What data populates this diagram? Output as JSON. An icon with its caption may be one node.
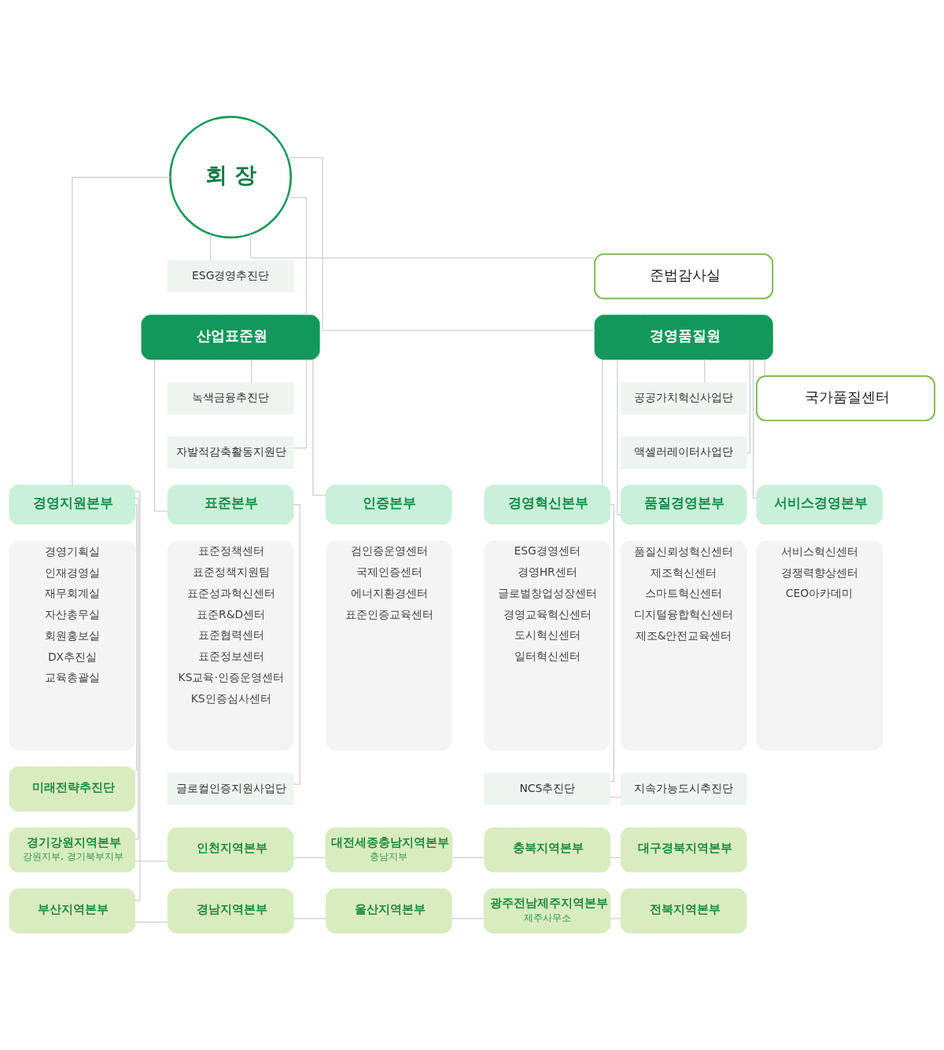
{
  "diagram": {
    "nodes": [
      {
        "text": [
          "회 장"
        ]
      },
      {
        "text": [
          "ESG경영추진단"
        ]
      },
      {
        "text": [
          "준법감사실"
        ]
      },
      {
        "text": [
          "산업표준원"
        ]
      },
      {
        "text": [
          "경영품질원"
        ]
      },
      {
        "text": [
          "녹색금융추진단"
        ]
      },
      {
        "text": [
          "자발적감축활동지원단"
        ]
      },
      {
        "text": [
          "공공가치혁신사업단"
        ]
      },
      {
        "text": [
          "액셀러레이터사업단"
        ]
      },
      {
        "text": [
          "국가품질센터"
        ]
      },
      {
        "text": [
          "경영지원본부"
        ]
      },
      {
        "text": [
          "표준본부"
        ]
      },
      {
        "text": [
          "인증본부"
        ]
      },
      {
        "text": [
          "경영혁신본부"
        ]
      },
      {
        "text": [
          "품질경영본부"
        ]
      },
      {
        "text": [
          "서비스경영본부"
        ]
      },
      {
        "text": [
          "경영기획실",
          "인재경영실",
          "재무회계실",
          "자산총무실",
          "회원홍보실",
          "DX추진실",
          "교육총괄실"
        ]
      },
      {
        "text": [
          "표준정책센터",
          "표준정책지원팀",
          "표준성과혁신센터",
          "표준R&D센터",
          "표준협력센터",
          "표준정보센터",
          "KS교육·인증운영센터",
          "KS인증심사센터"
        ]
      },
      {
        "text": [
          "검인증운영센터",
          "국제인증센터",
          "에너지환경센터",
          "표준인증교육센터"
        ]
      },
      {
        "text": [
          "ESG경영센터",
          "경영HR센터",
          "글로벌창업성장센터",
          "경영교육혁신센터",
          "도시혁신센터",
          "일터혁신센터"
        ]
      },
      {
        "text": [
          "품질신뢰성혁신센터",
          "제조혁신센터",
          "스마트혁신센터",
          "디지털융합혁신센터",
          "제조&안전교육센터"
        ]
      },
      {
        "text": [
          "서비스혁신센터",
          "경쟁력향상센터",
          "CEO아카데미"
        ]
      },
      {
        "text": [
          "미래전략추진단"
        ]
      },
      {
        "text": [
          "글로컬인증지원사업단"
        ]
      },
      {
        "text": [
          "NCS추진단"
        ]
      },
      {
        "text": [
          "지속가능도시추진단"
        ]
      },
      {
        "text": [
          "경기강원지역본부",
          "강원지부, 경기북부지부"
        ]
      },
      {
        "text": [
          "인천지역본부"
        ]
      },
      {
        "text": [
          "대전세종충남지역본부",
          "충남지부"
        ]
      },
      {
        "text": [
          "충북지역본부"
        ]
      },
      {
        "text": [
          "대구경북지역본부"
        ]
      },
      {
        "text": [
          "부산지역본부"
        ]
      },
      {
        "text": [
          "경남지역본부"
        ]
      },
      {
        "text": [
          "울산지역본부"
        ]
      },
      {
        "text": [
          "광주전남제주지역본부",
          "제주사무소"
        ]
      },
      {
        "text": [
          "전북지역본부"
        ]
      }
    ],
    "edges": [
      {
        "from": 0,
        "to": 1,
        "arrow": "none"
      },
      {
        "from": 0,
        "to": 2,
        "arrow": "none"
      },
      {
        "from": 0,
        "to": 10,
        "arrow": "none"
      },
      {
        "from": 0,
        "to": 3,
        "arrow": "none"
      },
      {
        "from": 0,
        "to": 4,
        "arrow": "none"
      },
      {
        "from": 3,
        "to": 5,
        "arrow": "none"
      },
      {
        "from": 3,
        "to": 6,
        "arrow": "none"
      },
      {
        "from": 3,
        "to": 11,
        "arrow": "none"
      },
      {
        "from": 3,
        "to": 12,
        "arrow": "none"
      },
      {
        "from": 4,
        "to": 7,
        "arrow": "none"
      },
      {
        "from": 4,
        "to": 8,
        "arrow": "none"
      },
      {
        "from": 4,
        "to": 9,
        "arrow": "none"
      },
      {
        "from": 4,
        "to": 13,
        "arrow": "none"
      },
      {
        "from": 4,
        "to": 14,
        "arrow": "none"
      },
      {
        "from": 4,
        "to": 15,
        "arrow": "none"
      },
      {
        "from": 10,
        "to": 22,
        "arrow": "none"
      },
      {
        "from": 10,
        "to": 26,
        "arrow": "none"
      },
      {
        "from": 10,
        "to": 31,
        "arrow": "none"
      },
      {
        "from": 11,
        "to": 23,
        "arrow": "none"
      },
      {
        "from": 13,
        "to": 24,
        "arrow": "none"
      },
      {
        "from": 24,
        "to": 25,
        "arrow": "none"
      },
      {
        "from": 26,
        "to": 27,
        "arrow": "none"
      },
      {
        "from": 27,
        "to": 28,
        "arrow": "none"
      },
      {
        "from": 28,
        "to": 29,
        "arrow": "none"
      },
      {
        "from": 29,
        "to": 30,
        "arrow": "none"
      },
      {
        "from": 31,
        "to": 32,
        "arrow": "none"
      },
      {
        "from": 32,
        "to": 33,
        "arrow": "none"
      },
      {
        "from": 33,
        "to": 34,
        "arrow": "none"
      },
      {
        "from": 34,
        "to": 35,
        "arrow": "none"
      }
    ]
  }
}
